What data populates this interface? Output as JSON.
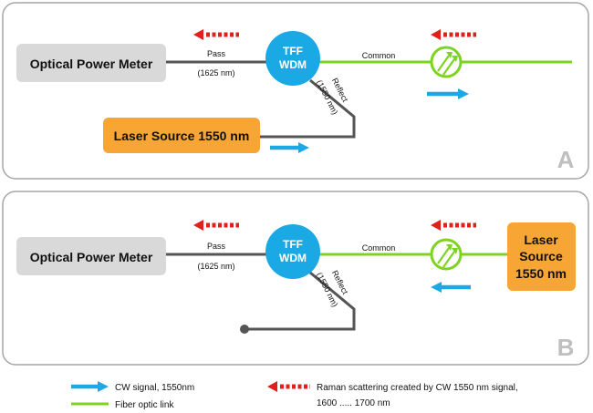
{
  "panels": [
    {
      "id": "A",
      "letter": "A",
      "power_meter": "Optical Power Meter",
      "wdm_line1": "TFF",
      "wdm_line2": "WDM",
      "pass_label": "Pass",
      "pass_wavelength": "(1625 nm)",
      "common_label": "Common",
      "reflect_label": "Reflect",
      "reflect_wavelength": "(1550 nm)",
      "laser_label": "Laser Source 1550 nm"
    },
    {
      "id": "B",
      "letter": "B",
      "power_meter": "Optical Power Meter",
      "wdm_line1": "TFF",
      "wdm_line2": "WDM",
      "pass_label": "Pass",
      "pass_wavelength": "(1625 nm)",
      "common_label": "Common",
      "reflect_label": "Reflect",
      "reflect_wavelength": "(1550 nm)",
      "laser_line1": "Laser",
      "laser_line2": "Source",
      "laser_line3": "1550 nm"
    }
  ],
  "legend": {
    "cw_signal": "CW signal, 1550nm",
    "fiber_link": "Fiber optic link",
    "raman_line1": "Raman scattering created by CW 1550 nm signal,",
    "raman_line2": "1600 ..... 1700 nm"
  },
  "colors": {
    "panel_border": "#a6a6a6",
    "meter_box": "#d9d9d9",
    "laser_box": "#f7a535",
    "wdm_circle": "#1ba9e6",
    "fiber_green": "#7ed321",
    "fiber_gray": "#555555",
    "cw_arrow": "#1ba9e6",
    "raman_arrow": "#e0201a",
    "panel_letter": "#bfbfbf"
  }
}
